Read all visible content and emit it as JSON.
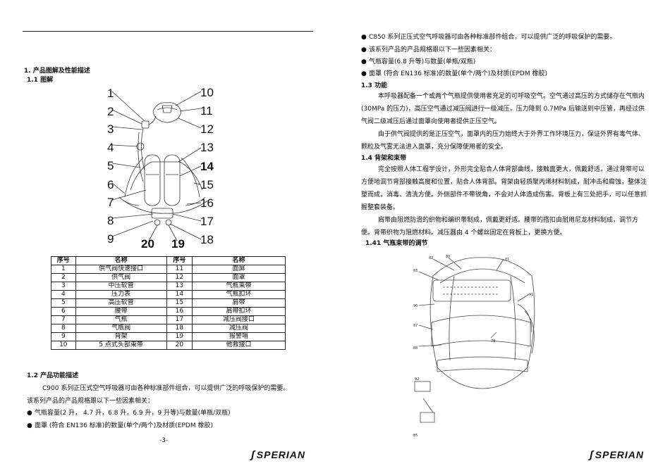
{
  "left": {
    "section1_title": "1.  产品图解及性能描述",
    "section11_title": "1.1  图解",
    "diagram_numbers_left": [
      "1",
      "2",
      "3",
      "4",
      "5",
      "6",
      "7",
      "8",
      "9"
    ],
    "diagram_numbers_right": [
      "10",
      "11",
      "12",
      "13",
      "14",
      "15",
      "16",
      "17",
      "18"
    ],
    "diagram_numbers_bottom": [
      "20",
      "19"
    ],
    "table": {
      "headers": [
        "序号",
        "名称",
        "序号",
        "名称"
      ],
      "rows": [
        [
          "1",
          "供气阀快速接口",
          "11",
          "面屏"
        ],
        [
          "2",
          "供气阀",
          "12",
          "面罩"
        ],
        [
          "3",
          "中压软管",
          "13",
          "气瓶束带"
        ],
        [
          "4",
          "压力表",
          "14",
          "气瓶扣环"
        ],
        [
          "5",
          "高压软管",
          "15",
          "肩带"
        ],
        [
          "6",
          "腰带",
          "16",
          "肩带扣环"
        ],
        [
          "7",
          "气瓶",
          "17",
          "减压阀接口"
        ],
        [
          "8",
          "气瓶阀",
          "18",
          "减压阀"
        ],
        [
          "9",
          "背架",
          "19",
          "报警哨"
        ],
        [
          "10",
          "5 点式头部束带",
          "20",
          "他救接口"
        ]
      ]
    },
    "section12_title": "1.2  产品功能描述",
    "para12": "C900 系列正压式空气呼吸器可由各种标准部件组合，可以提供广泛的呼吸保护的需要。",
    "para12b": "该系列产品的产品规格跟以下一些因素相关：",
    "bullets": [
      "气瓶容量(2 升，  4.7 升，6.8 升，6.9  升，9 升等)与数量(单瓶/双瓶)",
      "面罩  (符合 EN136 标准)的数量(单个/两个)及材质(EPDM 橡胶)"
    ],
    "page_number": "-3-",
    "logo": "SPERIAN"
  },
  "right": {
    "bullets": [
      "C850 系列正压式空气呼吸器可由各种标准部件组合，可以提供广泛的呼吸保护的需要。",
      "该系列产品的产品规格跟以下一些因素相关：",
      "气瓶容量(6.8 升等)与数量(单瓶/双瓶)",
      "面罩  (符合 EN136 标准)的数量(单个/两个)及材质(EPDM 橡胶)"
    ],
    "section13_title": "1.3  功能",
    "para13a": "本呼吸器配备一个或两个气瓶提供使用者充足的可呼吸空气。空气通过高压的方式储存在气瓶内(30MPa 的压力)，高压空气通过减压阀进行一级减压，压力降到 0.7MPa 后输送到中压管，再经过供气阀二级减压后通过面罩向使用者提供正压空气。",
    "para13b": "由于供气阀提供的是正压空气，面罩内的压力始终大于外界工作环境压力，保证外界有毒气体、颗粒及气雾无法进入面罩，充分保障使用者的安全。",
    "section14_title": "1.4    背架和束带",
    "para14a": "完全按照人体工程学设计，外形完全贴合人体背部曲线，接触面更大，佩戴舒适，通过背带可以方便地调节背部接触高度和位置，贴合人体背部。背架由轻质聚丙烯材料制成，耐冲击和腐蚀，整体注塑而成，消毒、清洗方便。外侧部件不带锐角，不会对人体造成伤害。背板上有三处把手，可以任意抓握整套装备。",
    "para14b": "肩带由阻燃防滑的织物和编织带制成，佩戴更舒适。腰带的搭扣由耐用尼龙材料制成，调节方便。背带织物为阻燃材料。减压器由 4 个螺丝固定在背板上，更换方便。",
    "section141_title": "1.41      气瓶束带的调节",
    "logo": "SPERIAN"
  },
  "colors": {
    "text": "#111111",
    "line": "#222222"
  }
}
